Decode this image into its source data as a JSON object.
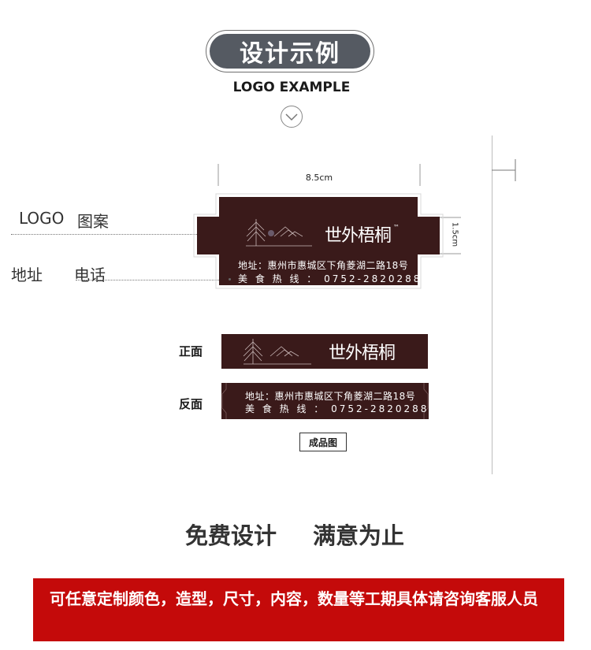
{
  "header": {
    "title": "设计示例",
    "subtitle": "LOGO EXAMPLE",
    "chevron_icon": "chevron-down-icon"
  },
  "diagram": {
    "width_label": "8.5cm",
    "height_label": "1.5cm",
    "label_logo_latin": "LOGO",
    "label_logo_cn": "图案",
    "label_address": "地址",
    "label_phone": "电话"
  },
  "tag": {
    "brand_text": "世外梧桐",
    "trademark": "™",
    "address": "地址：惠州市惠城区下角菱湖二路18号",
    "phone_line": "美 食 热 线 ： 0752-2820288",
    "color": "#3a1a1a"
  },
  "samples": {
    "front_label": "正面",
    "back_label": "反面",
    "product_label": "成品图"
  },
  "slogan": {
    "left": "免费设计",
    "right": "满意为止"
  },
  "banner": {
    "text": "可任意定制颜色，造型，尺寸，内容，数量等工期具体请咨询客服人员",
    "color": "#c40a0a"
  }
}
